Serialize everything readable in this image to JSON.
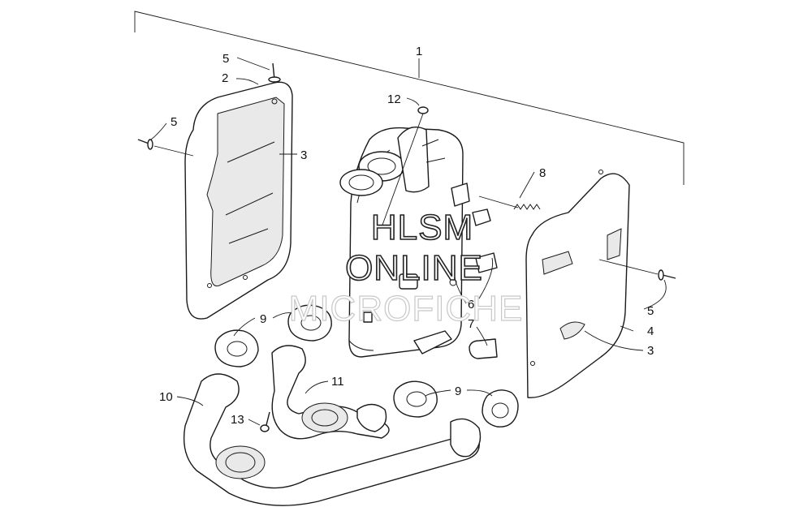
{
  "callouts": {
    "c1": "1",
    "c2": "2",
    "c3_left": "3",
    "c3_right": "3",
    "c4": "4",
    "c5_top": "5",
    "c5_left": "5",
    "c5_right": "5",
    "c6": "6",
    "c7": "7",
    "c8": "8",
    "c9_top": "9",
    "c9_bottom": "9",
    "c10": "10",
    "c11": "11",
    "c12": "12",
    "c13": "13"
  },
  "watermark": {
    "line1": "HLSM",
    "line2": "ONLINE",
    "line3": "MICROFICHE"
  }
}
